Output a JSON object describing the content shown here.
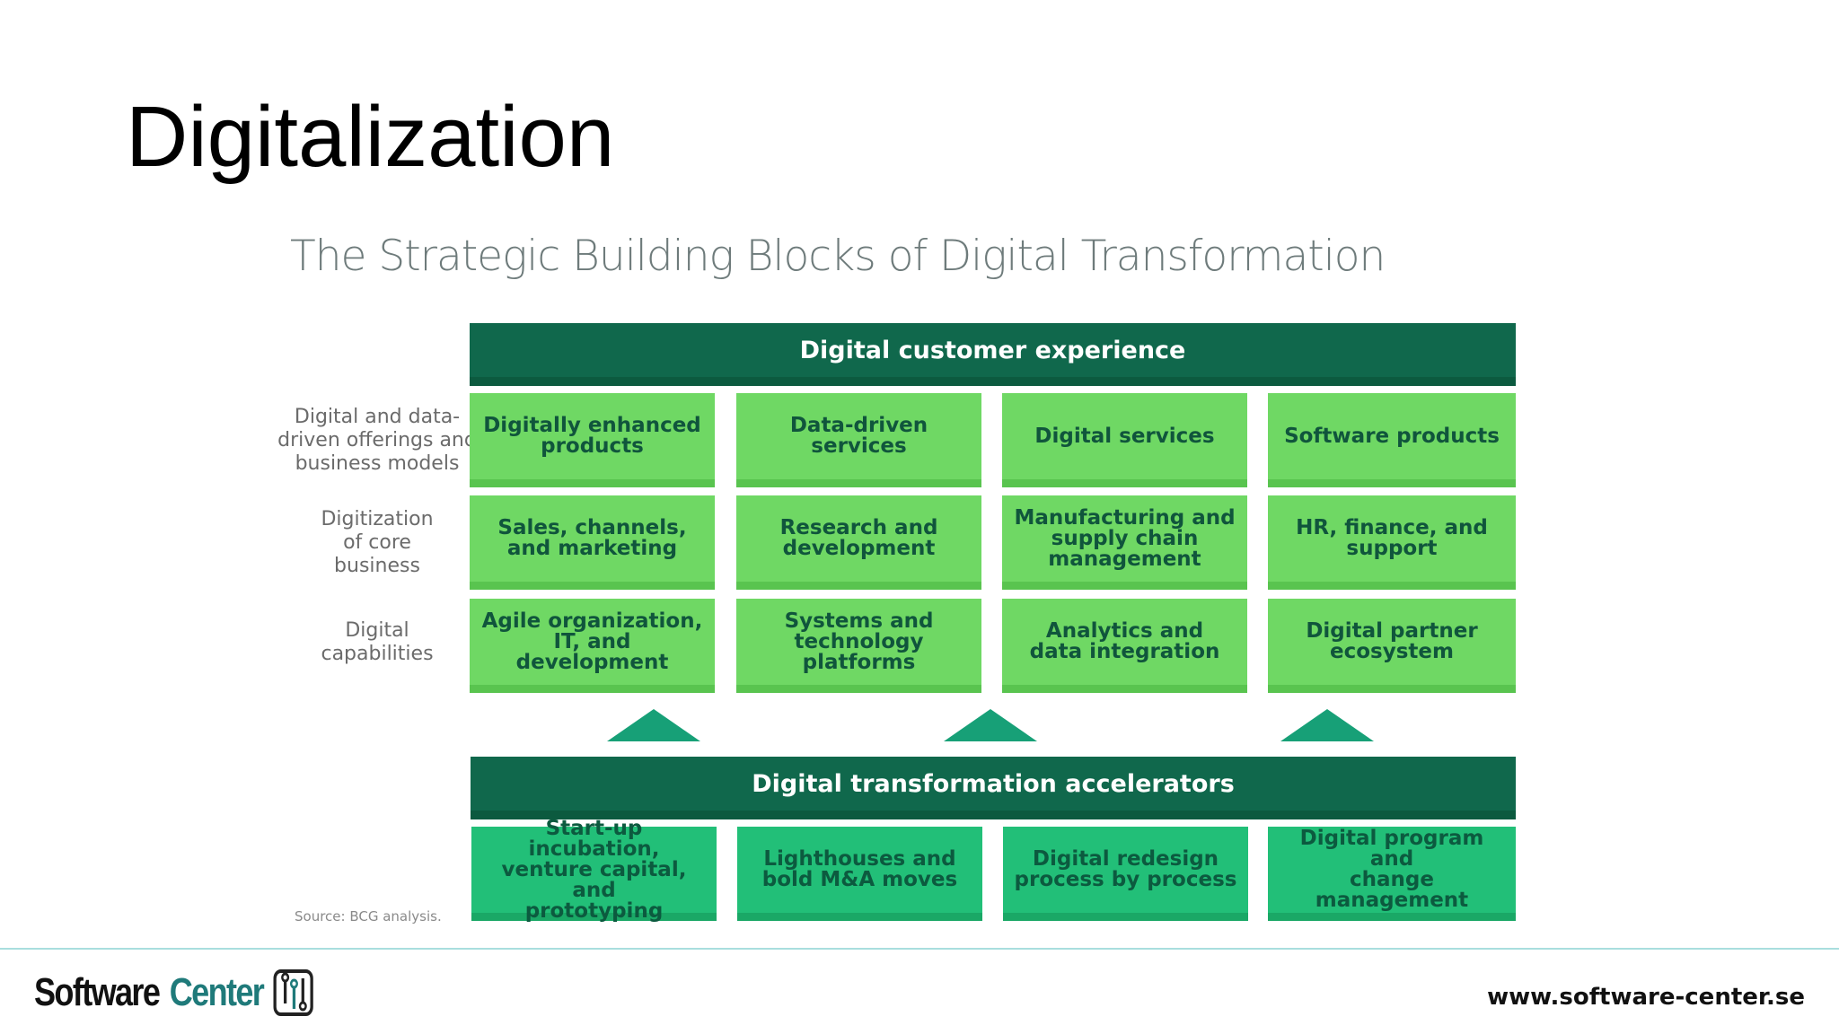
{
  "slide": {
    "title": "Digitalization",
    "diagram_title": "The Strategic Building Blocks of Digital Transformation"
  },
  "top_band": "Digital customer experience",
  "row_labels": [
    [
      "Digital and data-",
      "driven offerings and",
      "business models"
    ],
    [
      "Digitization",
      "of core",
      "business"
    ],
    [
      "Digital",
      "capabilities"
    ]
  ],
  "grid": [
    [
      [
        "Digitally enhanced",
        "products"
      ],
      [
        "Data-driven services"
      ],
      [
        "Digital services"
      ],
      [
        "Software products"
      ]
    ],
    [
      [
        "Sales, channels,",
        "and marketing"
      ],
      [
        "Research and",
        "development"
      ],
      [
        "Manufacturing and",
        "supply chain",
        "management"
      ],
      [
        "HR, finance, and",
        "support"
      ]
    ],
    [
      [
        "Agile organization,",
        "IT, and development"
      ],
      [
        "Systems and",
        "technology platforms"
      ],
      [
        "Analytics and",
        "data integration"
      ],
      [
        "Digital partner",
        "ecosystem"
      ]
    ]
  ],
  "accelerator_band": "Digital transformation accelerators",
  "accelerators": [
    [
      "Start-up incubation,",
      "venture capital, and",
      "prototyping"
    ],
    [
      "Lighthouses and",
      "bold M&A moves"
    ],
    [
      "Digital redesign",
      "process by process"
    ],
    [
      "Digital program and",
      "change management"
    ]
  ],
  "source": "Source: BCG analysis.",
  "footer": {
    "logo_word1": "Software",
    "logo_word2": "Center",
    "url": "www.software-center.se"
  },
  "colors": {
    "dark_green": "#10684c",
    "light_green": "#6fd864",
    "teal": "#22bf78",
    "arrow": "#17a077"
  }
}
